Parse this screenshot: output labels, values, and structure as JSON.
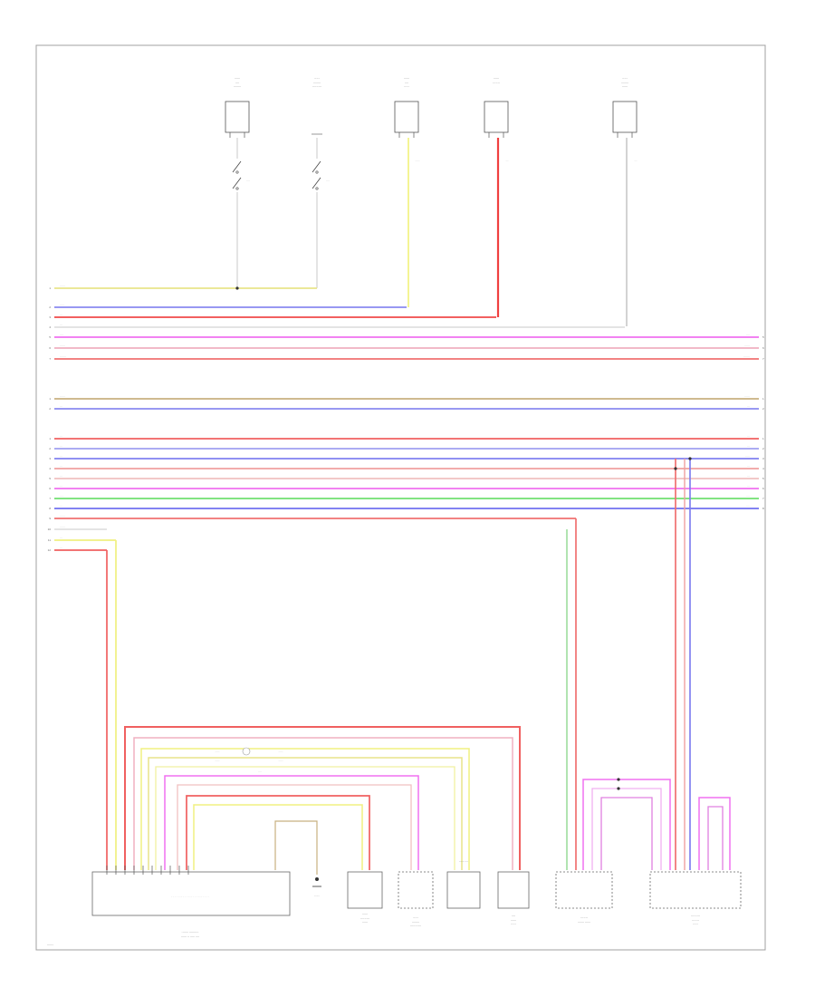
{
  "diagram": {
    "frame_color": "#a0a0a0",
    "page_mark": "·······"
  },
  "top_components": [
    {
      "id": "c1",
      "label": "······\n····\n········",
      "wire_color": "#c8c8c8",
      "wire_label": "····"
    },
    {
      "id": "c2",
      "label": "·····\n········\n·········",
      "wire_color": "#c8c8c8",
      "wire_label": "····"
    },
    {
      "id": "c3",
      "label": "······\n····\n·····",
      "wire_color": "#f2f27a",
      "wire_label": "·····"
    },
    {
      "id": "c4",
      "label": "······\n·······",
      "wire_color": "#f04040",
      "wire_label": "···"
    },
    {
      "id": "c5",
      "label": "·····\n········\n······",
      "wire_color": "#c8c8c8",
      "wire_label": "···"
    }
  ],
  "bus_wires_group1": [
    {
      "color": "#e8e48a",
      "left_label": "······",
      "right_label": ""
    },
    {
      "color": "#8a8af0",
      "left_label": "·····",
      "right_label": ""
    },
    {
      "color": "#f04848",
      "left_label": "···",
      "right_label": ""
    },
    {
      "color": "#e0e0e0",
      "left_label": "···",
      "right_label": ""
    },
    {
      "color": "#f070f0",
      "left_label": "····",
      "right_label": "····"
    },
    {
      "color": "#f0b0c0",
      "left_label": "······",
      "right_label": "······"
    },
    {
      "color": "#f07070",
      "left_label": "·······",
      "right_label": "·······"
    }
  ],
  "bus_wires_group2": [
    {
      "color": "#c8b080",
      "left_label": "······",
      "right_label": "······"
    },
    {
      "color": "#8a8af0",
      "left_label": "···",
      "right_label": "···"
    }
  ],
  "bus_wires_group3": [
    {
      "color": "#f06060",
      "left_label": "···",
      "right_label": "···"
    },
    {
      "color": "#a0a0f0",
      "left_label": "···",
      "right_label": "···"
    },
    {
      "color": "#8080f0",
      "left_label": "···",
      "right_label": "·····"
    },
    {
      "color": "#f0a0a0",
      "left_label": "···",
      "right_label": "···"
    },
    {
      "color": "#f0c0c0",
      "left_label": "···",
      "right_label": "···"
    },
    {
      "color": "#f070f0",
      "left_label": "···",
      "right_label": "···"
    },
    {
      "color": "#70e070",
      "left_label": "····",
      "right_label": "····"
    },
    {
      "color": "#7070f0",
      "left_label": "···",
      "right_label": "····"
    },
    {
      "color": "#f07070",
      "left_label": "······",
      "right_label": ""
    },
    {
      "color": "#e0e0e0",
      "left_label": "······",
      "right_label": ""
    },
    {
      "color": "#f0f080",
      "left_label": "···",
      "right_label": ""
    },
    {
      "color": "#f06060",
      "left_label": "···",
      "right_label": ""
    }
  ],
  "bottom_components": [
    {
      "id": "m1",
      "label": "······· ··········\n······ ·· ····· ····"
    },
    {
      "id": "gnd",
      "label": "·· ··"
    },
    {
      "id": "m2",
      "label": "······\n·········\n······"
    },
    {
      "id": "m3",
      "label": "·····\n········\n···········"
    },
    {
      "id": "m4",
      "label": "····· ···"
    },
    {
      "id": "m5",
      "label": "····\n······\n·····"
    },
    {
      "id": "m6",
      "label": "·······\n······· ······"
    },
    {
      "id": "m7",
      "label": "·········\n·······\n·····"
    }
  ]
}
